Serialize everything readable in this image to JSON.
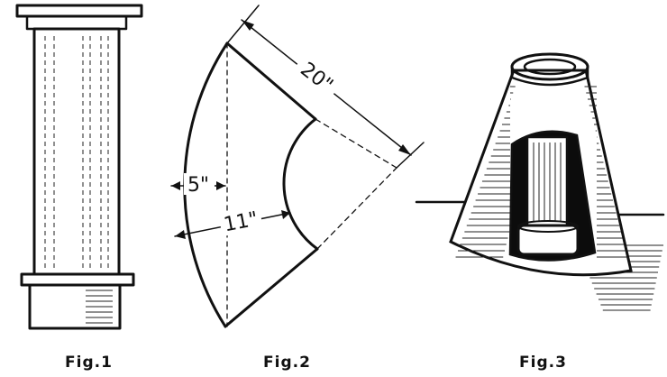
{
  "figures": {
    "fig1": {
      "caption": "Fig.1"
    },
    "fig2": {
      "caption": "Fig.2",
      "dimensions": {
        "slant": "20\"",
        "outer_radius": "5\"",
        "inner_radius": "11\""
      }
    },
    "fig3": {
      "caption": "Fig.3"
    }
  },
  "colors": {
    "ink": "#111111",
    "paper": "#ffffff"
  }
}
